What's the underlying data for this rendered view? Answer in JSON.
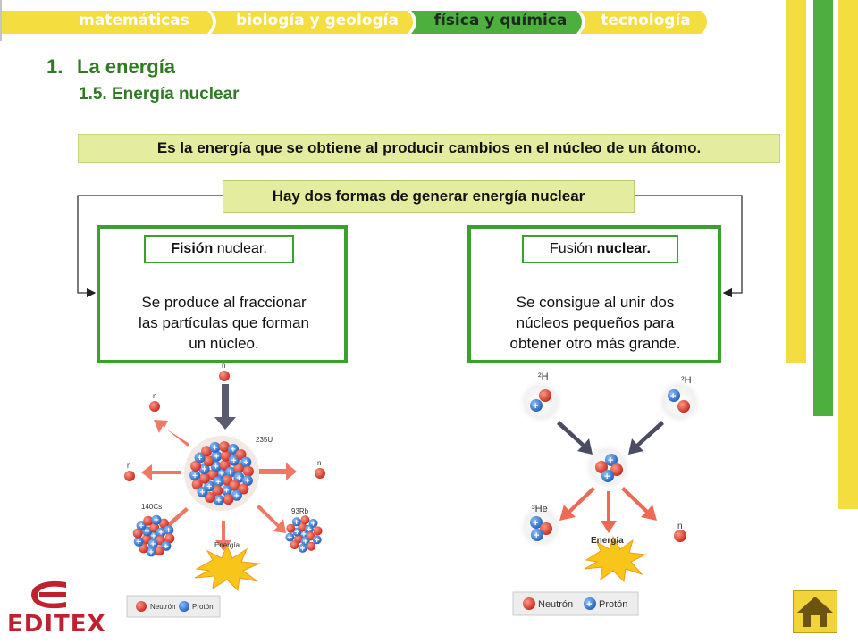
{
  "tabs": [
    {
      "label": "matemáticas",
      "color": "#f3dd3f",
      "active": false
    },
    {
      "label": "biología y geología",
      "color": "#f3dd3f",
      "active": false
    },
    {
      "label": "física y química",
      "color": "#4caf3e",
      "active": true
    },
    {
      "label": "tecnología",
      "color": "#f3dd3f",
      "active": false
    }
  ],
  "heading": {
    "number": "1.",
    "title": "La energía",
    "subtitle": "1.5. Energía nuclear"
  },
  "definition": "Es la energía que se obtiene al producir cambios en el núcleo de un átomo.",
  "subheading": "Hay dos formas de generar energía nuclear",
  "fission": {
    "label_bold": "Fisión",
    "label_rest": " nuclear.",
    "desc_lines": [
      "Se produce al fraccionar",
      "las partículas que forman",
      "un núcleo."
    ],
    "diagram": {
      "n_top": "n",
      "n_left_top": "n",
      "n_left": "n",
      "n_right": "n",
      "u": "235U",
      "cs": "140Cs",
      "rb": "93Rb",
      "energy": "Energía",
      "legend_neutron": "Neutrón",
      "legend_proton": "Protón"
    }
  },
  "fusion": {
    "label_rest": "Fusión ",
    "label_bold": "nuclear.",
    "desc_lines": [
      "Se consigue al unir dos",
      "núcleos pequeños para",
      "obtener otro más grande."
    ],
    "diagram": {
      "h_left": "²H",
      "h_right": "²H",
      "he": "³He",
      "n": "n",
      "energy": "Energía",
      "legend_neutron": "Neutrón",
      "legend_proton": "Protón"
    }
  },
  "logo": "EDITEX",
  "colors": {
    "green": "#3aa12c",
    "yellow": "#f3dd3f",
    "box": "#e3ec9f",
    "heading": "#2f7a22",
    "neutron": "#d9352a",
    "proton": "#2f6fc4"
  }
}
